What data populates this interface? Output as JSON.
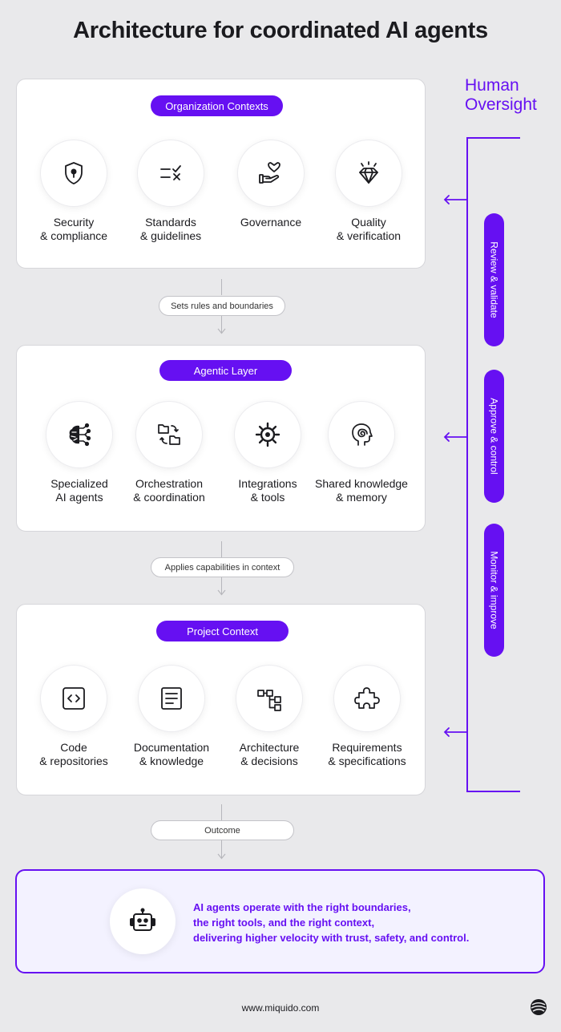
{
  "title": "Architecture for coordinated AI agents",
  "colors": {
    "accent": "#6610f2",
    "background": "#e9e9eb",
    "panel": "#ffffff",
    "outcome_bg": "#f3f2ff"
  },
  "organization": {
    "pill": "Organization Contexts",
    "items": [
      {
        "icon": "shield-lock-icon",
        "label": "Security\n& compliance"
      },
      {
        "icon": "checklist-icon",
        "label": "Standards\n& guidelines"
      },
      {
        "icon": "heart-hand-icon",
        "label": "Governance"
      },
      {
        "icon": "diamond-icon",
        "label": "Quality\n& verification"
      }
    ]
  },
  "connector_1": "Sets rules and boundaries",
  "agentic": {
    "pill": "Agentic Layer",
    "items": [
      {
        "icon": "ai-brain-icon",
        "label": "Specialized\nAI agents"
      },
      {
        "icon": "folders-sync-icon",
        "label": "Orchestration\n& coordination"
      },
      {
        "icon": "gear-icon",
        "label": "Integrations\n& tools"
      },
      {
        "icon": "head-spiral-icon",
        "label": "Shared knowledge\n& memory"
      }
    ]
  },
  "connector_2": "Applies capabilities in context",
  "project": {
    "pill": "Project Context",
    "items": [
      {
        "icon": "code-icon",
        "label": "Code\n& repositories"
      },
      {
        "icon": "document-icon",
        "label": "Documentation\n& knowledge"
      },
      {
        "icon": "hierarchy-icon",
        "label": "Architecture\n& decisions"
      },
      {
        "icon": "puzzle-icon",
        "label": "Requirements\n& specifications"
      }
    ]
  },
  "connector_3": "Outcome",
  "oversight": {
    "title_line1": "Human",
    "title_line2": "Oversight",
    "pills": [
      "Review & validate",
      "Approve & control",
      "Monitor & improve"
    ]
  },
  "outcome": {
    "icon": "robot-icon",
    "line1": "AI agents operate with the right boundaries,",
    "line2": "the right tools, and the right context,",
    "line3": "delivering higher velocity with trust, safety, and control."
  },
  "footer": {
    "url": "www.miquido.com",
    "logo": "miquido-logo-icon"
  }
}
